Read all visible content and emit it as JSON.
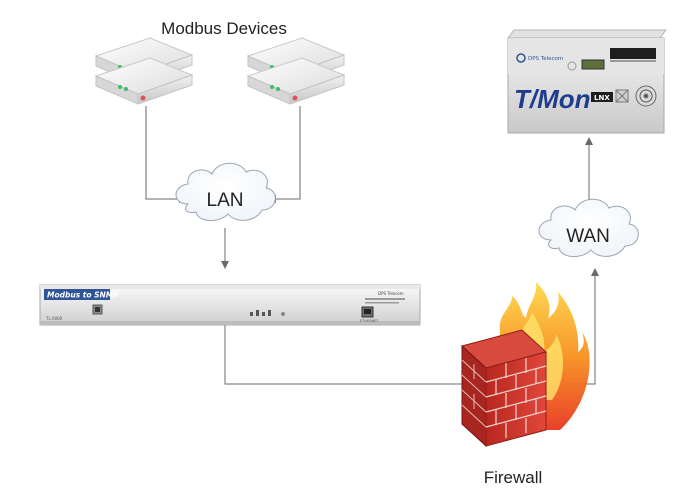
{
  "labels": {
    "modbus_devices": "Modbus Devices",
    "lan": "LAN",
    "wan": "WAN",
    "firewall": "Firewall"
  },
  "converter": {
    "panel_label": "Modbus to SNMP",
    "model_small": "TL-0000",
    "vendor_small": "DPS Telecom",
    "port_small": "ETHERNET"
  },
  "tmon": {
    "brand": "DPS Telecom",
    "name": "T/Mon",
    "suffix": "LNX"
  },
  "colors": {
    "line": "#6a6a6a",
    "server_top": "#f3f3f3",
    "server_front": "#e4e4e4",
    "led_green": "#3bbf6a",
    "led_red": "#e0505a",
    "panel_blue": "#2f5597",
    "brick": "#c8322d",
    "flame": "#f39c12"
  }
}
